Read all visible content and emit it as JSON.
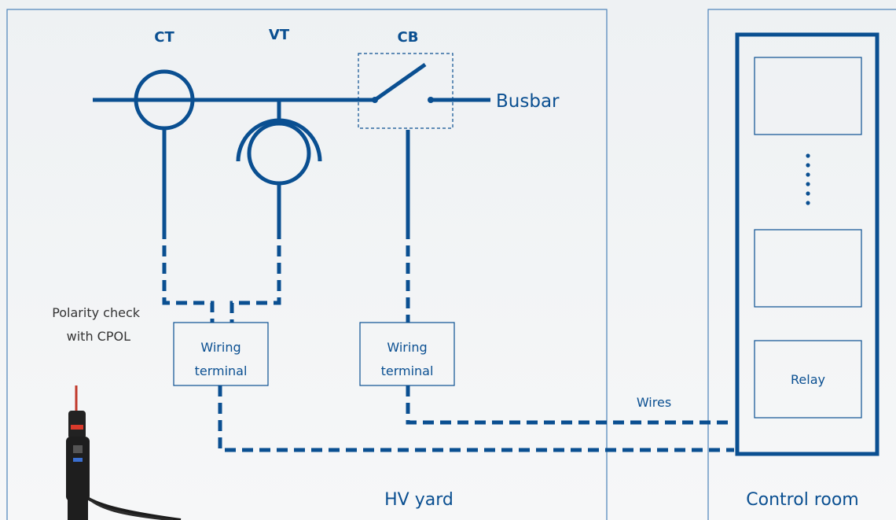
{
  "colors": {
    "accent": "#0a4f91",
    "frame": "#4a82b8",
    "background": "#f2f4f5"
  },
  "labels": {
    "ct": "CT",
    "vt": "VT",
    "cb": "CB",
    "busbar": "Busbar",
    "polarity_line1": "Polarity check",
    "polarity_line2": "with CPOL",
    "terminal1_line1": "Wiring",
    "terminal1_line2": "terminal",
    "terminal2_line1": "Wiring",
    "terminal2_line2": "terminal",
    "relay": "Relay",
    "wires": "Wires",
    "hv_yard": "HV yard",
    "control_room": "Control room"
  },
  "icons": {
    "tester": "voltage-tester-icon"
  }
}
